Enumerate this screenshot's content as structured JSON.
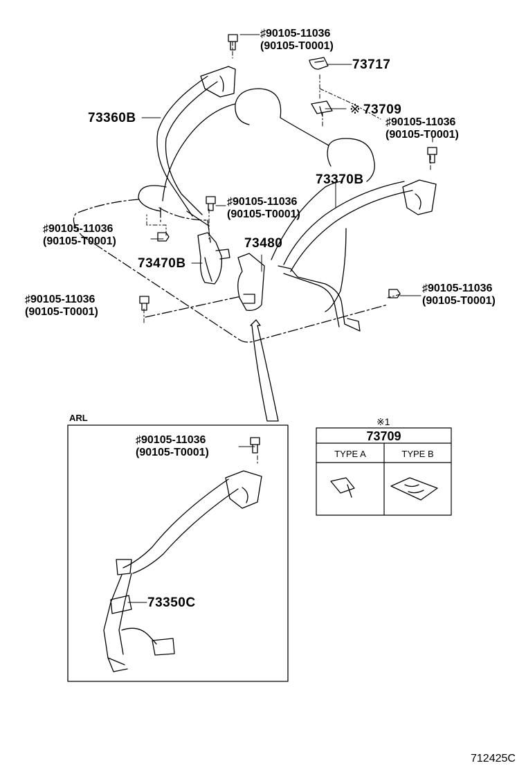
{
  "labels": {
    "p73360B": "73360B",
    "p73370B": "73370B",
    "p73717": "73717",
    "p73709": "73709",
    "p73709_mark": "※",
    "p73470B": "73470B",
    "p73480": "73480",
    "p73350C": "73350C",
    "arl": "ARL",
    "drawing_no": "712425C"
  },
  "bolts": [
    {
      "line1": "♯90105-11036",
      "line2": "(90105-T0001)"
    },
    {
      "line1": "♯90105-11036",
      "line2": "(90105-T0001)"
    },
    {
      "line1": "♯90105-11036",
      "line2": "(90105-T0001)"
    },
    {
      "line1": "♯90105-11036",
      "line2": "(90105-T0001)"
    },
    {
      "line1": "♯90105-11036",
      "line2": "(90105-T0001)"
    },
    {
      "line1": "♯90105-11036",
      "line2": "(90105-T0001)"
    },
    {
      "line1": "♯90105-11036",
      "line2": "(90105-T0001)"
    }
  ],
  "detail_table": {
    "note": "※1",
    "part": "73709",
    "col_a": "TYPE A",
    "col_b": "TYPE B"
  }
}
